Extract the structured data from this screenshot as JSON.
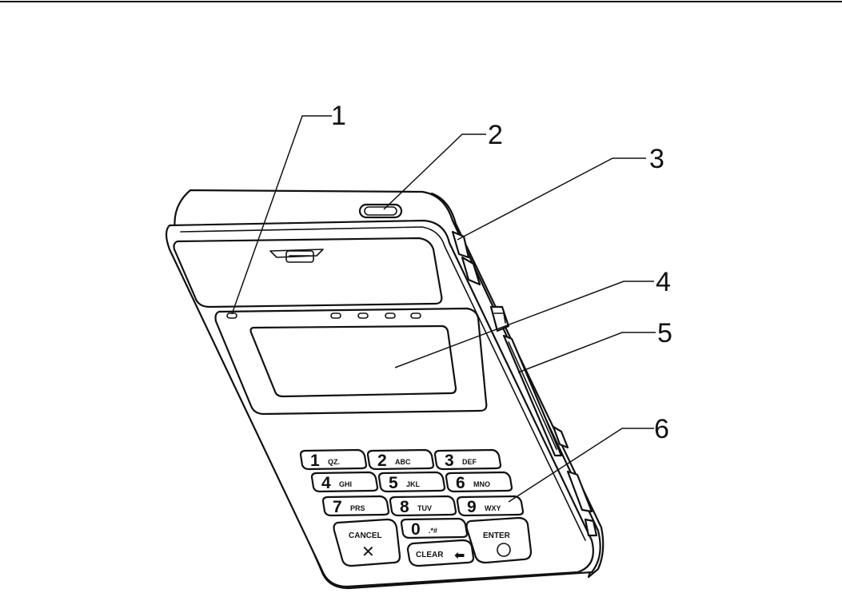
{
  "callouts": [
    "1",
    "2",
    "3",
    "4",
    "5",
    "6"
  ],
  "keypad": [
    {
      "main": "1",
      "sub": "QZ."
    },
    {
      "main": "2",
      "sub": "ABC"
    },
    {
      "main": "3",
      "sub": "DEF"
    },
    {
      "main": "4",
      "sub": "GHI"
    },
    {
      "main": "5",
      "sub": "JKL"
    },
    {
      "main": "6",
      "sub": "MNO"
    },
    {
      "main": "7",
      "sub": "PRS"
    },
    {
      "main": "8",
      "sub": "TUV"
    },
    {
      "main": "9",
      "sub": "WXY"
    },
    {
      "main": "0",
      "sub": ".*#"
    }
  ],
  "function_keys": {
    "cancel": "CANCEL",
    "clear": "CLEAR",
    "enter": "ENTER"
  },
  "icons": {
    "cancel": "x-icon",
    "clear": "backspace-arrow-icon",
    "enter": "circle-icon"
  },
  "colors": {
    "line": "#111111",
    "background": "#ffffff"
  }
}
